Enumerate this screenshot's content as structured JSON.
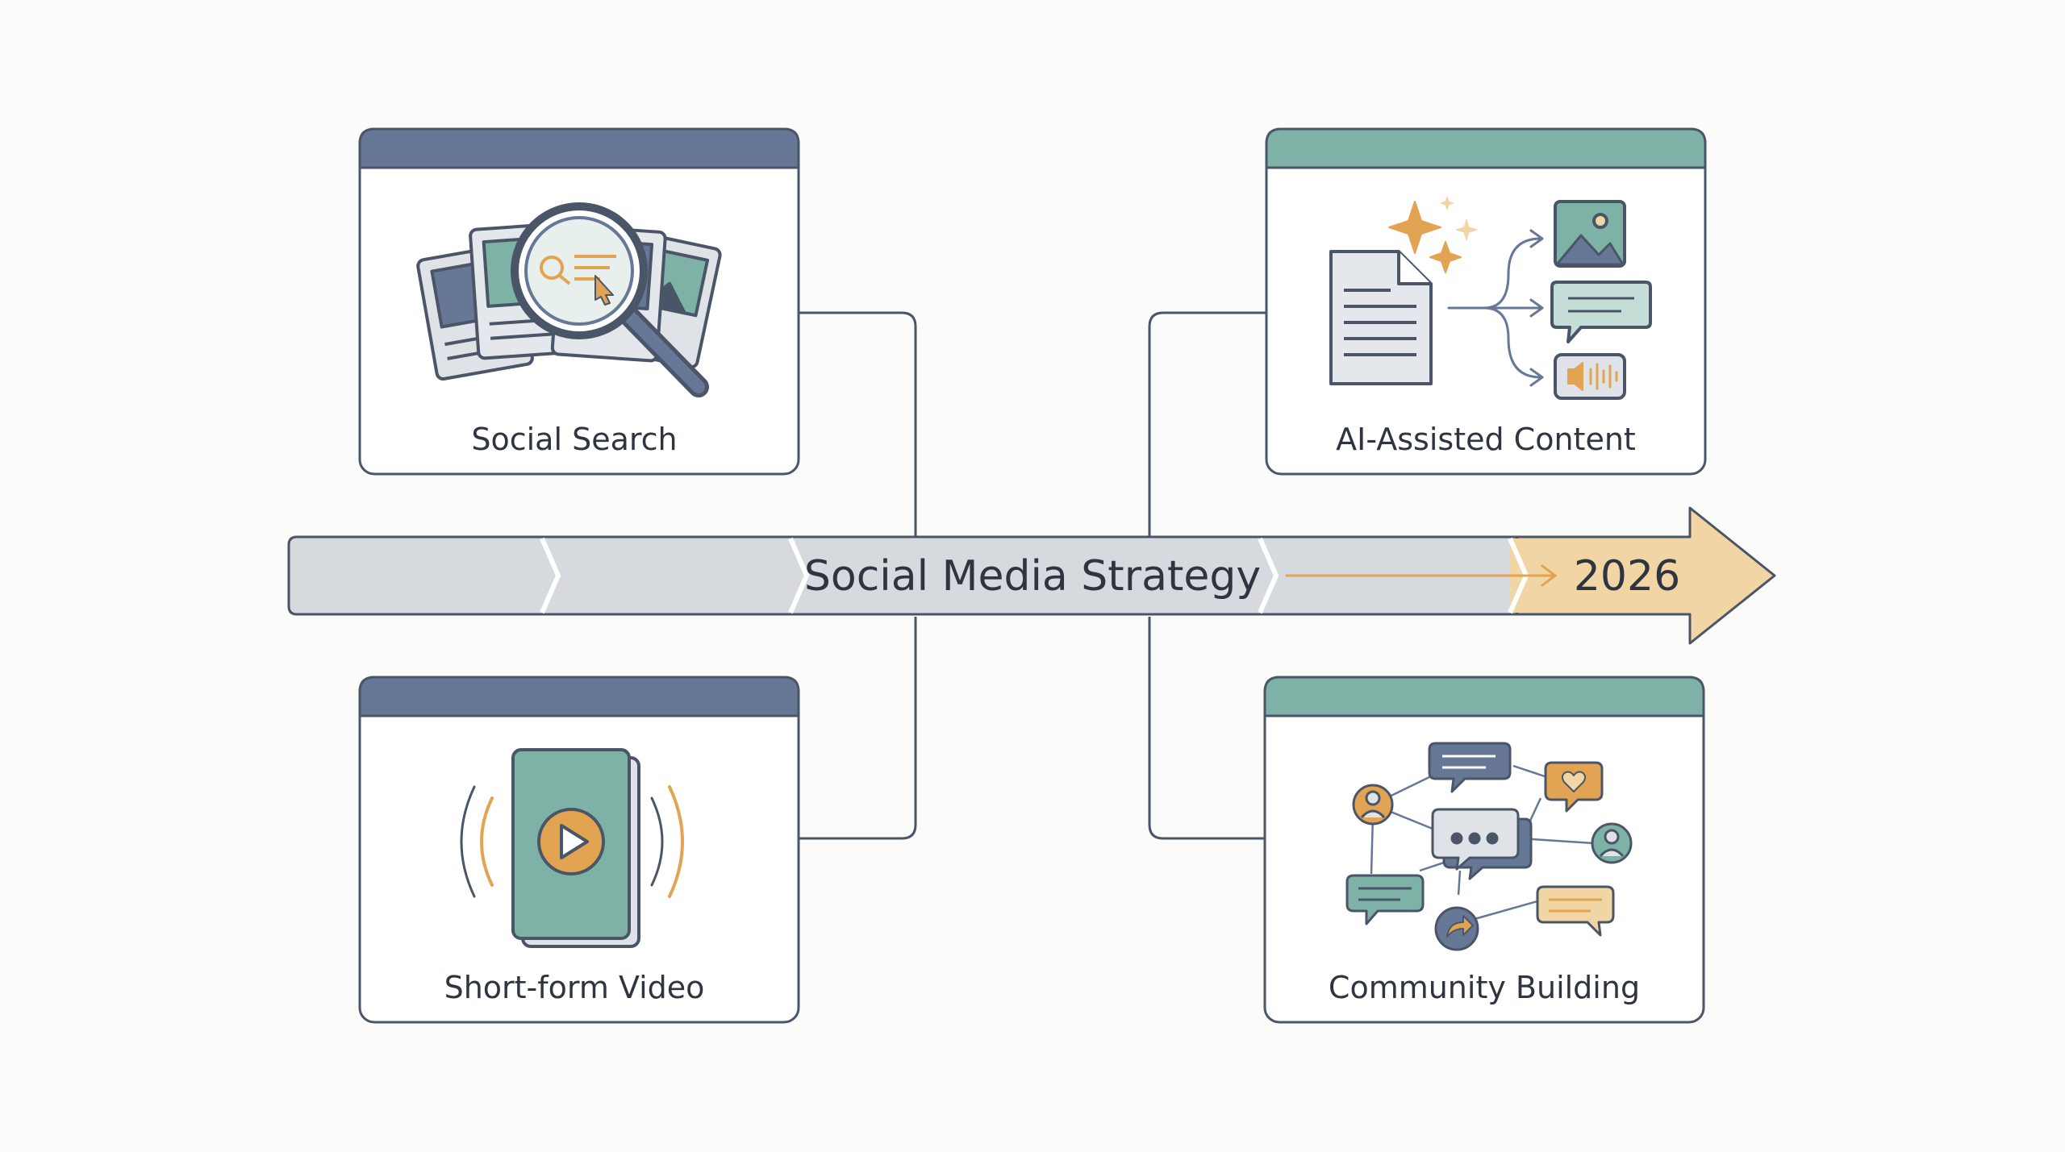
{
  "timeline": {
    "title": "Social Media Strategy",
    "year": "2026"
  },
  "cards": [
    {
      "label": "Social Search",
      "header_color": "#667895"
    },
    {
      "label": "AI-Assisted Content",
      "header_color": "#7fb2a6"
    },
    {
      "label": "Short-form Video",
      "header_color": "#667895"
    },
    {
      "label": "Community Building",
      "header_color": "#7fb2a6"
    }
  ],
  "colors": {
    "arrow_body": "#d6d9de",
    "arrow_head": "#f1d5a4",
    "outline": "#4b5568",
    "accent_orange": "#e2a452",
    "accent_teal": "#7fb2a6",
    "accent_slate": "#667895"
  },
  "icons": [
    "magnifier-icon",
    "sparkles-document-icon",
    "play-video-icon",
    "community-network-icon"
  ]
}
